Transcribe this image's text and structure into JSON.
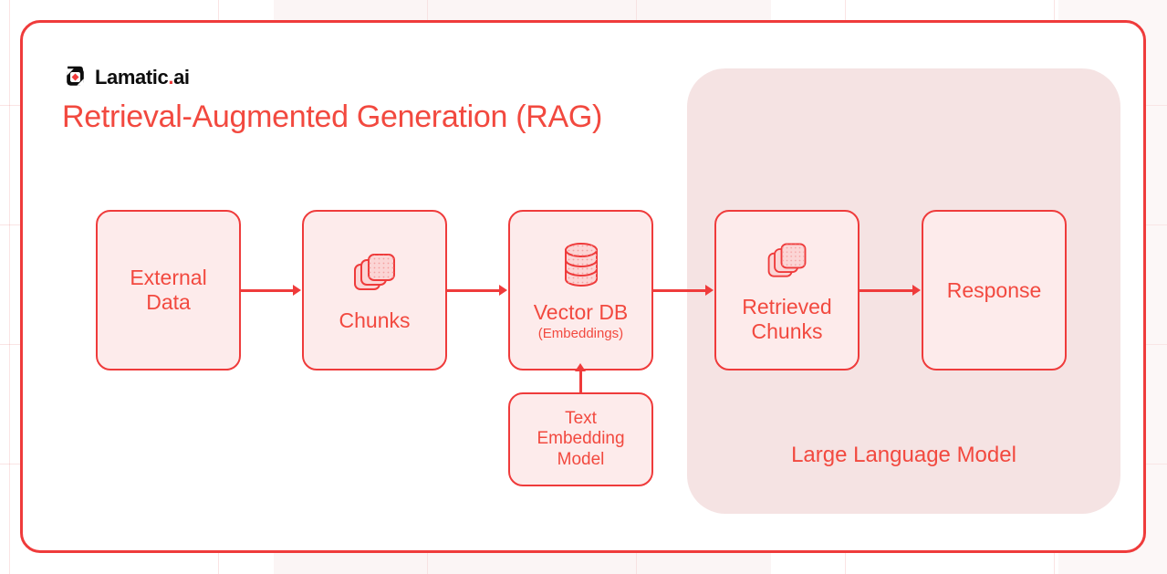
{
  "brand": {
    "logo_icon": "lamatic-diamond-logo-icon",
    "name_main": "Lamatic",
    "name_dot": ".",
    "name_suffix": "ai"
  },
  "title": "Retrieval-Augmented Generation (RAG)",
  "colors": {
    "accent_red": "#ef3b3b",
    "text_red": "#f2493f",
    "node_fill": "#fdebeb",
    "panel_fill": "#f5e3e3",
    "page_bg": "#ffffff",
    "logo_black": "#0d0d0d"
  },
  "llm_panel": {
    "label": "Large Language Model"
  },
  "nodes": [
    {
      "id": "external-data",
      "label": "External\nData",
      "line1": "External",
      "line2": "Data",
      "icon": null
    },
    {
      "id": "chunks",
      "label": "Chunks",
      "line1": "Chunks",
      "line2": "",
      "icon": "stacked-cards-icon"
    },
    {
      "id": "vector-db",
      "label": "Vector DB",
      "line1": "Vector DB",
      "sublabel": "(Embeddings)",
      "icon": "database-cylinder-icon"
    },
    {
      "id": "text-embedding-model",
      "label": "Text Embedding Model",
      "line1": "Text",
      "line2": "Embedding",
      "line3": "Model",
      "icon": null
    },
    {
      "id": "retrieved-chunks",
      "label": "Retrieved Chunks",
      "line1": "Retrieved",
      "line2": "Chunks",
      "icon": "stacked-cards-icon"
    },
    {
      "id": "response",
      "label": "Response",
      "line1": "Response",
      "line2": "",
      "icon": null
    }
  ],
  "connections": [
    {
      "from": "external-data",
      "to": "chunks",
      "direction": "right"
    },
    {
      "from": "chunks",
      "to": "vector-db",
      "direction": "right"
    },
    {
      "from": "vector-db",
      "to": "retrieved-chunks",
      "direction": "right"
    },
    {
      "from": "retrieved-chunks",
      "to": "response",
      "direction": "right"
    },
    {
      "from": "text-embedding-model",
      "to": "vector-db",
      "direction": "up"
    }
  ]
}
